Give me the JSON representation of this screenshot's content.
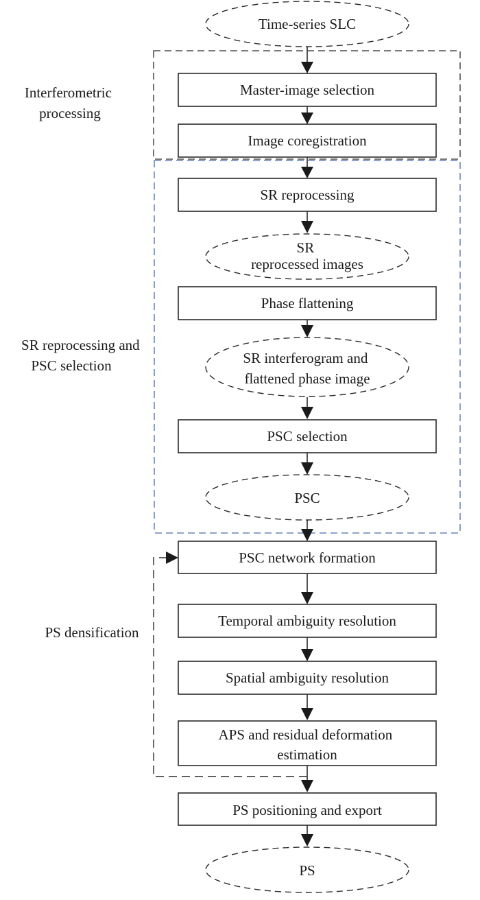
{
  "diagram": {
    "type": "flowchart",
    "groups": [
      {
        "id": "interferometric",
        "label_lines": [
          "Interferometric",
          "processing"
        ],
        "border_color": "#2a2a2a"
      },
      {
        "id": "sr",
        "label_lines": [
          "SR reprocessing and",
          "PSC selection"
        ],
        "border_color": "#4a6aaf"
      },
      {
        "id": "densification",
        "label_lines": [
          "PS densification"
        ]
      }
    ],
    "nodes": [
      {
        "id": "time-series-slc",
        "shape": "ellipse",
        "lines": [
          "Time-series SLC"
        ]
      },
      {
        "id": "master-image-selection",
        "shape": "rect",
        "group": "interferometric",
        "lines": [
          "Master-image selection"
        ]
      },
      {
        "id": "image-coregistration",
        "shape": "rect",
        "group": "interferometric",
        "lines": [
          "Image coregistration"
        ]
      },
      {
        "id": "sr-reprocessing",
        "shape": "rect",
        "group": "sr",
        "lines": [
          "SR reprocessing"
        ]
      },
      {
        "id": "sr-reprocessed-images",
        "shape": "ellipse",
        "group": "sr",
        "lines": [
          "SR",
          "reprocessed images"
        ]
      },
      {
        "id": "phase-flattening",
        "shape": "rect",
        "group": "sr",
        "lines": [
          "Phase flattening"
        ]
      },
      {
        "id": "sr-interferogram",
        "shape": "ellipse",
        "group": "sr",
        "lines": [
          "SR interferogram and",
          "flattened phase image"
        ]
      },
      {
        "id": "psc-selection",
        "shape": "rect",
        "group": "sr",
        "lines": [
          "PSC selection"
        ]
      },
      {
        "id": "psc",
        "shape": "ellipse",
        "group": "sr",
        "lines": [
          "PSC"
        ]
      },
      {
        "id": "psc-network-formation",
        "shape": "rect",
        "group": "densification",
        "lines": [
          "PSC network formation"
        ]
      },
      {
        "id": "temporal-ambiguity-resolution",
        "shape": "rect",
        "group": "densification",
        "lines": [
          "Temporal ambiguity resolution"
        ]
      },
      {
        "id": "spatial-ambiguity-resolution",
        "shape": "rect",
        "group": "densification",
        "lines": [
          "Spatial ambiguity resolution"
        ]
      },
      {
        "id": "aps-residual-deformation",
        "shape": "rect",
        "group": "densification",
        "lines": [
          "APS and residual deformation",
          "estimation"
        ]
      },
      {
        "id": "ps-positioning-export",
        "shape": "rect",
        "lines": [
          "PS positioning and export"
        ]
      },
      {
        "id": "ps",
        "shape": "ellipse",
        "lines": [
          "PS"
        ]
      }
    ],
    "edges": [
      {
        "from": "time-series-slc",
        "to": "master-image-selection",
        "style": "solid"
      },
      {
        "from": "master-image-selection",
        "to": "image-coregistration",
        "style": "solid"
      },
      {
        "from": "image-coregistration",
        "to": "sr-reprocessing",
        "style": "solid"
      },
      {
        "from": "sr-reprocessing",
        "to": "sr-reprocessed-images",
        "style": "solid"
      },
      {
        "from": "phase-flattening",
        "to": "sr-interferogram",
        "style": "solid"
      },
      {
        "from": "sr-interferogram",
        "to": "psc-selection",
        "style": "solid"
      },
      {
        "from": "psc-selection",
        "to": "psc",
        "style": "solid"
      },
      {
        "from": "psc",
        "to": "psc-network-formation",
        "style": "solid"
      },
      {
        "from": "psc-network-formation",
        "to": "temporal-ambiguity-resolution",
        "style": "solid"
      },
      {
        "from": "temporal-ambiguity-resolution",
        "to": "spatial-ambiguity-resolution",
        "style": "solid"
      },
      {
        "from": "spatial-ambiguity-resolution",
        "to": "aps-residual-deformation",
        "style": "solid"
      },
      {
        "from": "aps-residual-deformation",
        "to": "ps-positioning-export",
        "style": "solid"
      },
      {
        "from": "aps-residual-deformation",
        "to": "psc-network-formation",
        "style": "dashed",
        "kind": "feedback-loop"
      },
      {
        "from": "ps-positioning-export",
        "to": "ps",
        "style": "solid"
      }
    ]
  }
}
